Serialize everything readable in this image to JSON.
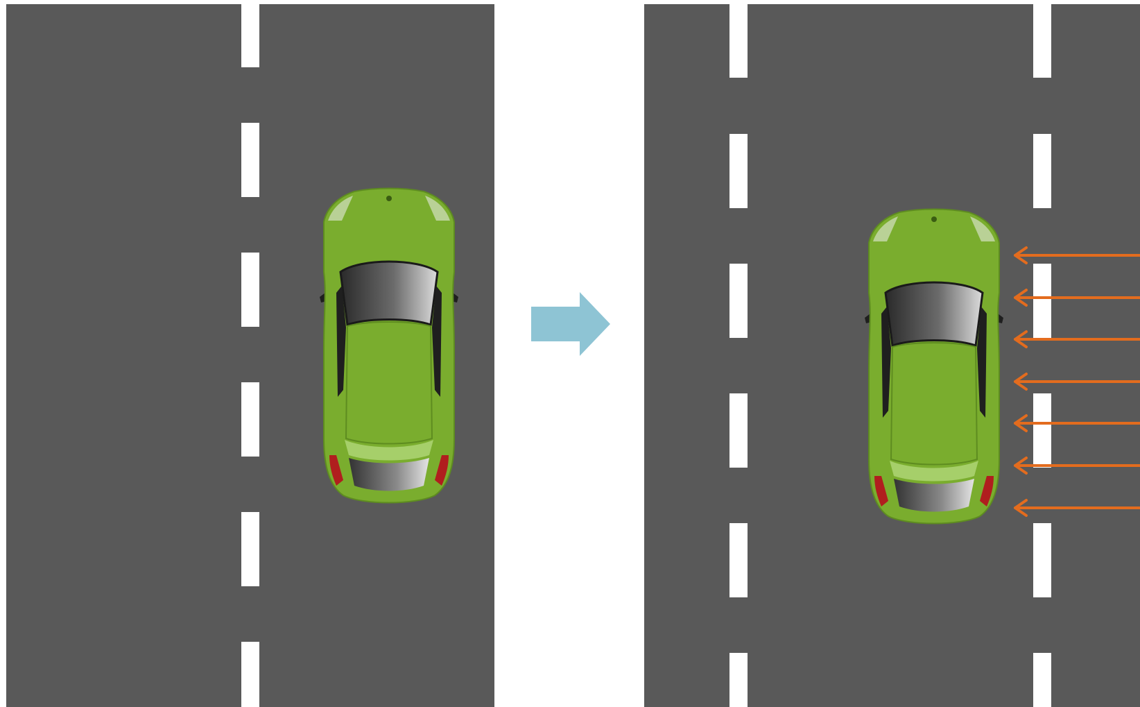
{
  "colors": {
    "background": "#ffffff",
    "road": "#595959",
    "lane_marking": "#ffffff",
    "transition_arrow": "#8ec4d4",
    "force_arrow": "#e36c1e",
    "car_body": "#7aad2e",
    "car_body_dark": "#5e8c20",
    "car_glass_dark": "#2a2a2a",
    "car_glass_light": "#d8d8d8",
    "tail_light": "#b01e1e"
  },
  "diagram": {
    "before_panel": {
      "lanes": 2,
      "car_lane": "right",
      "car_icon": "green-car-top-view-icon"
    },
    "transition": {
      "icon": "right-arrow-icon"
    },
    "after_panel": {
      "lanes": 3,
      "car_lane": "middle",
      "car_icon": "green-car-top-view-icon",
      "force_arrow_count": 7,
      "force_arrow_direction": "left",
      "force_arrow_icon": "left-arrow-icon"
    }
  }
}
